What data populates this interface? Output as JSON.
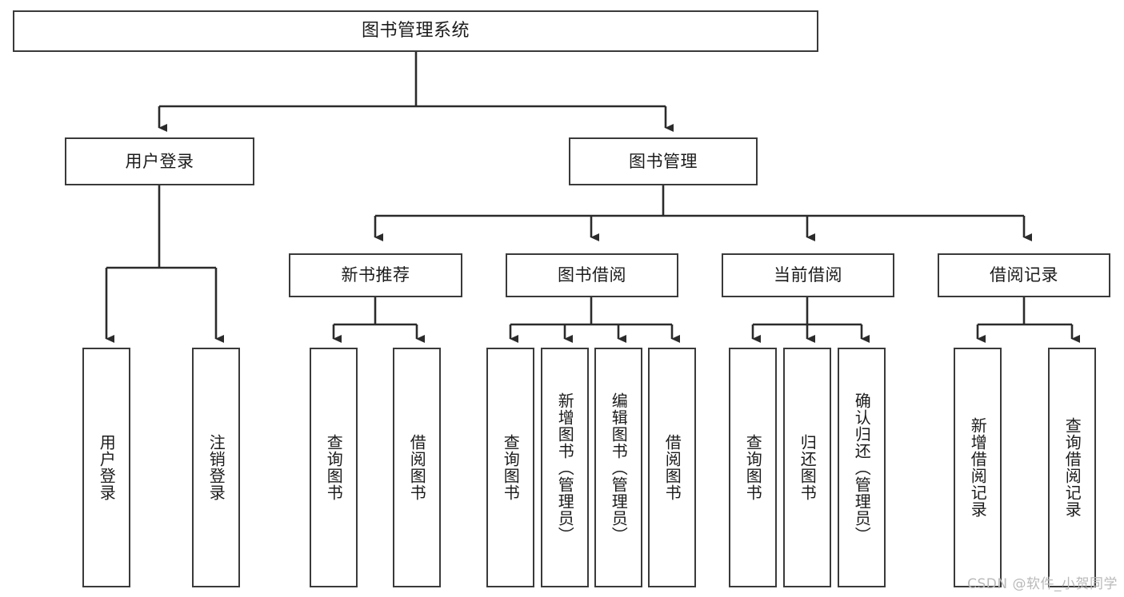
{
  "diagram": {
    "type": "tree-hierarchy-flowchart",
    "title": "图书管理系统",
    "watermark": "CSDN @软件_小贺同学",
    "colors": {
      "background": "#ffffff",
      "node_fill": "#ffffff",
      "node_stroke": "#3a3a3a",
      "edge_stroke": "#2b2b2b",
      "text": "#1b1b1b",
      "watermark": "#b9b9b9"
    },
    "levels": {
      "root": "图书管理系统",
      "level1": [
        "用户登录",
        "图书管理"
      ],
      "level2": [
        "新书推荐",
        "图书借阅",
        "当前借阅",
        "借阅记录"
      ]
    },
    "nodes": {
      "root": {
        "label": "图书管理系统"
      },
      "user_login": {
        "label": "用户登录"
      },
      "book_manage": {
        "label": "图书管理"
      },
      "new_book_rec": {
        "label": "新书推荐"
      },
      "book_borrow": {
        "label": "图书借阅"
      },
      "current_borrow": {
        "label": "当前借阅"
      },
      "borrow_record": {
        "label": "借阅记录"
      },
      "leaf_user_login": {
        "label": "用户登录"
      },
      "leaf_logout": {
        "label": "注销登录"
      },
      "leaf_query_book_1": {
        "label": "查询图书"
      },
      "leaf_borrow_book_1": {
        "label": "借阅图书"
      },
      "leaf_query_book_2": {
        "label": "查询图书"
      },
      "leaf_add_book": {
        "label": "新增图书（管理员）"
      },
      "leaf_edit_book": {
        "label": "编辑图书（管理员）"
      },
      "leaf_borrow_book_2": {
        "label": "借阅图书"
      },
      "leaf_query_book_3": {
        "label": "查询图书"
      },
      "leaf_return_book": {
        "label": "归还图书"
      },
      "leaf_confirm_return": {
        "label": "确认归还（管理员）"
      },
      "leaf_add_record": {
        "label": "新增借阅记录"
      },
      "leaf_query_record": {
        "label": "查询借阅记录"
      }
    },
    "edges": [
      {
        "from": "root",
        "to": "user_login"
      },
      {
        "from": "root",
        "to": "book_manage"
      },
      {
        "from": "user_login",
        "to": "leaf_user_login"
      },
      {
        "from": "user_login",
        "to": "leaf_logout"
      },
      {
        "from": "book_manage",
        "to": "new_book_rec"
      },
      {
        "from": "book_manage",
        "to": "book_borrow"
      },
      {
        "from": "book_manage",
        "to": "current_borrow"
      },
      {
        "from": "book_manage",
        "to": "borrow_record"
      },
      {
        "from": "new_book_rec",
        "to": "leaf_query_book_1"
      },
      {
        "from": "new_book_rec",
        "to": "leaf_borrow_book_1"
      },
      {
        "from": "book_borrow",
        "to": "leaf_query_book_2"
      },
      {
        "from": "book_borrow",
        "to": "leaf_add_book"
      },
      {
        "from": "book_borrow",
        "to": "leaf_edit_book"
      },
      {
        "from": "book_borrow",
        "to": "leaf_borrow_book_2"
      },
      {
        "from": "current_borrow",
        "to": "leaf_query_book_3"
      },
      {
        "from": "current_borrow",
        "to": "leaf_return_book"
      },
      {
        "from": "current_borrow",
        "to": "leaf_confirm_return"
      },
      {
        "from": "borrow_record",
        "to": "leaf_add_record"
      },
      {
        "from": "borrow_record",
        "to": "leaf_query_record"
      }
    ]
  }
}
